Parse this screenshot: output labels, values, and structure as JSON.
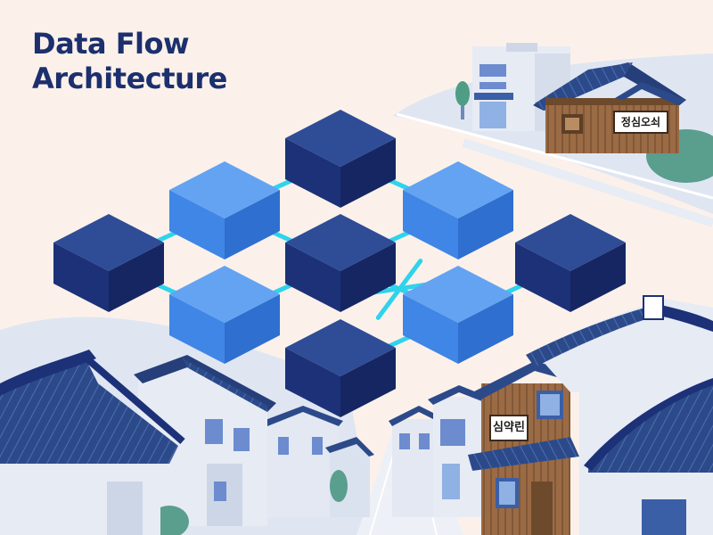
{
  "title": {
    "line1": "Data Flow",
    "line2": "Architecture"
  },
  "signs": {
    "shop_top": "정심오쇠",
    "shop_bottom": "심약린"
  },
  "colors": {
    "background": "#fbf1ea",
    "title": "#1c2f6e",
    "cube_dark": "#1c3177",
    "cube_light": "#3f86e6",
    "connector": "#2fd3ec",
    "roof": "#2c4a8a",
    "wall": "#e7ebf4",
    "wood": "#9b6b45"
  },
  "diagram": {
    "nodes": [
      {
        "id": "n1",
        "tone": "dark"
      },
      {
        "id": "n2",
        "tone": "light"
      },
      {
        "id": "n3",
        "tone": "light"
      },
      {
        "id": "n4",
        "tone": "dark"
      },
      {
        "id": "n5",
        "tone": "dark"
      },
      {
        "id": "n6",
        "tone": "dark"
      },
      {
        "id": "n7",
        "tone": "light"
      },
      {
        "id": "n8",
        "tone": "light"
      },
      {
        "id": "n9",
        "tone": "dark"
      }
    ],
    "edges": [
      [
        "n1",
        "n2"
      ],
      [
        "n1",
        "n3"
      ],
      [
        "n2",
        "n5"
      ],
      [
        "n3",
        "n5"
      ],
      [
        "n4",
        "n2"
      ],
      [
        "n4",
        "n7"
      ],
      [
        "n7",
        "n5"
      ],
      [
        "n6",
        "n7"
      ],
      [
        "n6",
        "n8"
      ],
      [
        "n8",
        "n5"
      ],
      [
        "n8",
        "n9"
      ],
      [
        "n3",
        "n9"
      ]
    ]
  }
}
